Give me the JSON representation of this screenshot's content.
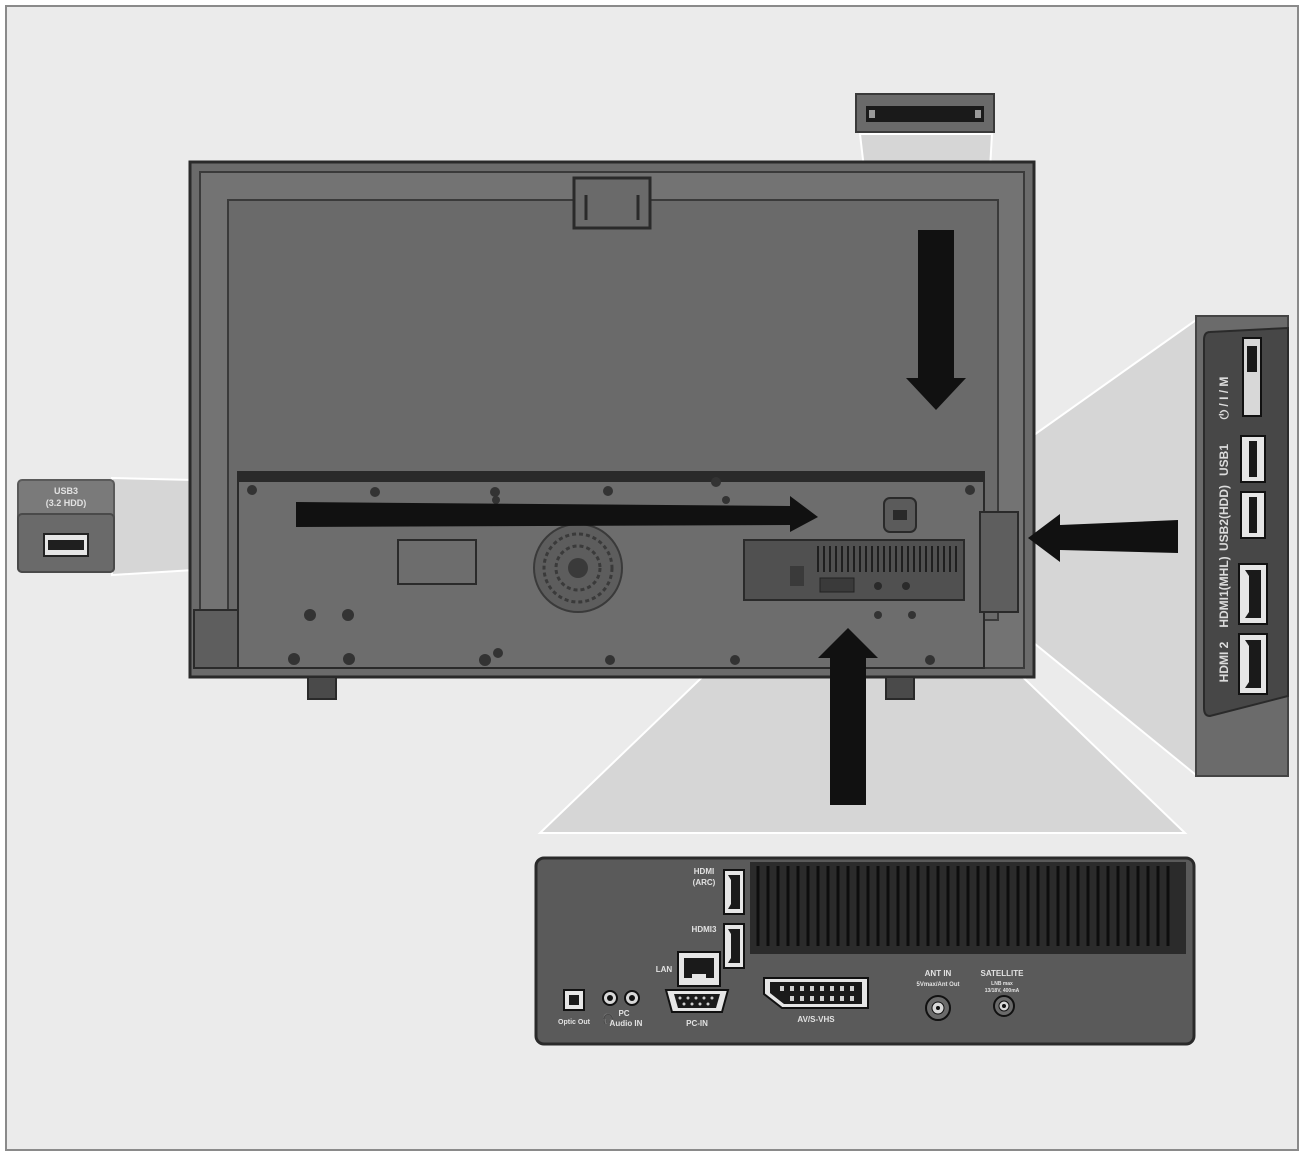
{
  "diagram": {
    "colors": {
      "background": "#ebebeb",
      "panel": "#5a5a5a",
      "panel_dark": "#3a3a3a",
      "arrow": "#111111",
      "callout": "#d6d6d6"
    },
    "left_callout": {
      "label_line1": "USB3",
      "label_line2": "(3.2 HDD)",
      "icon": "usb-port-icon"
    },
    "top_callout": {
      "icon": "ci-slot-icon"
    },
    "right_callout": {
      "labels": {
        "switch": "⏻ / I / M",
        "usb1": "USB1",
        "usb2": "USB2(HDD)",
        "hdmi1": "HDMI1(MHL)",
        "hdmi2": "HDMI 2"
      }
    },
    "bottom_callout": {
      "labels": {
        "hdmi_arc_line1": "HDMI",
        "hdmi_arc_line2": "(ARC)",
        "hdmi3": "HDMI3",
        "lan": "LAN",
        "optic_out": "Optic Out",
        "pc_line1": "PC",
        "pc_line2": "Audio IN",
        "pc_in": "PC-IN",
        "av_rgb": "AV/S-VHS",
        "ant_in_line1": "ANT IN",
        "ant_in_line2": "5Vmax/Ant Out",
        "satellite_line1": "SATELLITE",
        "satellite_line2": "LNB max",
        "satellite_line3": "13/18V, 400mA"
      }
    }
  }
}
